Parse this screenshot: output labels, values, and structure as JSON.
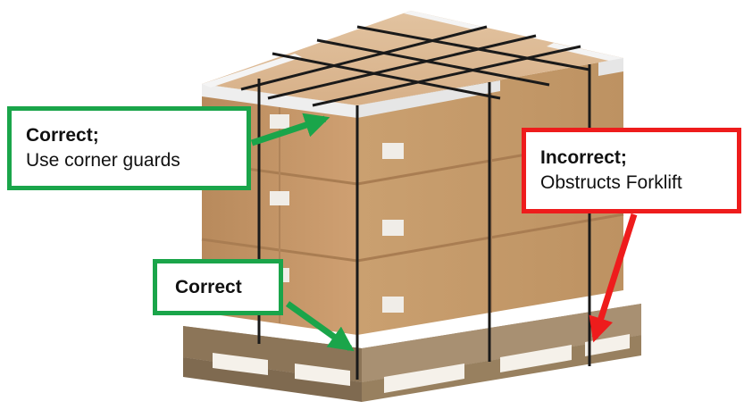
{
  "colors": {
    "correct": "#1aa54a",
    "incorrect": "#ee1c1c",
    "box": "#c99a6c",
    "pallet": "#a08a6c",
    "corner_guard": "#eeeeee",
    "strap": "#1a1a1a"
  },
  "callouts": {
    "corner_guards": {
      "title": "Correct;",
      "body": "Use corner guards"
    },
    "correct": {
      "title": "Correct"
    },
    "incorrect": {
      "title": "Incorrect;",
      "body": "Obstructs Forklift"
    }
  }
}
